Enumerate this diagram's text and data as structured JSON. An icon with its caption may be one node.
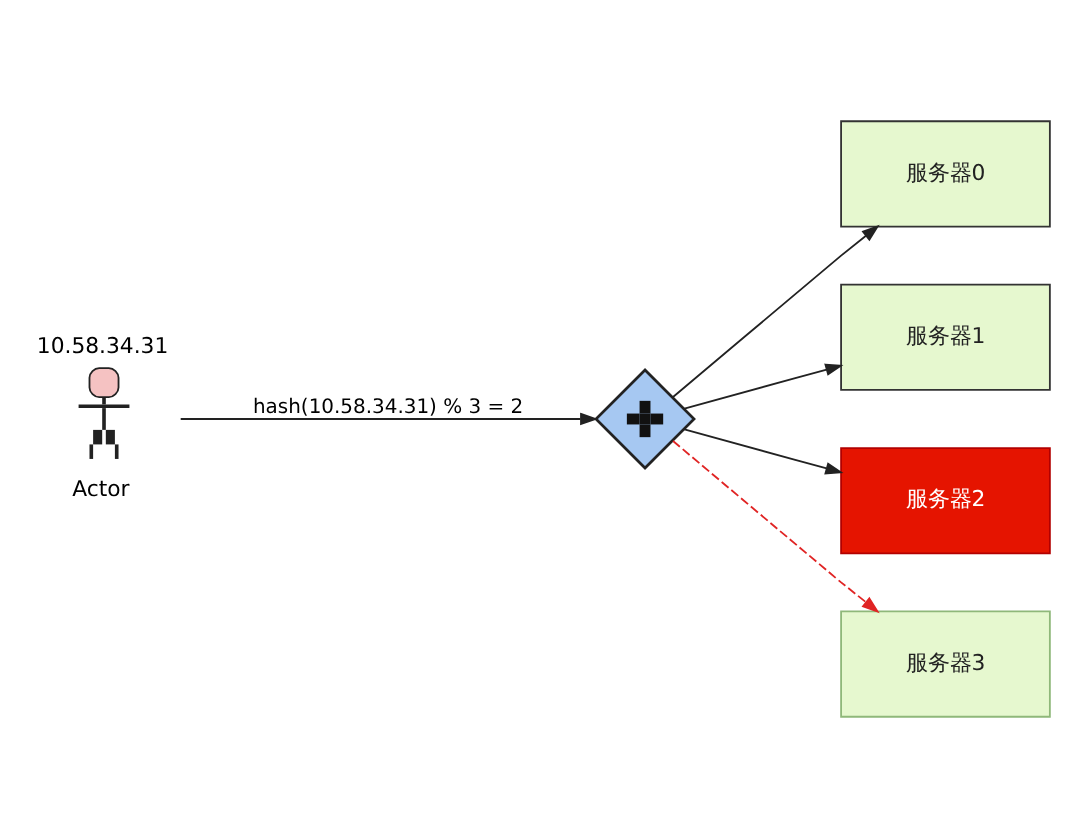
{
  "diagram": {
    "nodes": [
      {
        "text": [
          "Actor"
        ],
        "beside": [
          "10.58.34.31"
        ]
      },
      {
        "text": [],
        "shape": "diamond"
      },
      {
        "text": [
          "服务器0"
        ]
      },
      {
        "text": [
          "服务器1"
        ]
      },
      {
        "text": [
          "服务器2"
        ]
      },
      {
        "text": [
          "服务器3"
        ]
      }
    ],
    "edges": [
      {
        "from": 0,
        "to": 1,
        "arrow": "to",
        "label": "hash(10.58.34.31) % 3 = 2"
      },
      {
        "from": 1,
        "to": 2,
        "arrow": "to"
      },
      {
        "from": 1,
        "to": 3,
        "arrow": "to"
      },
      {
        "from": 1,
        "to": 4,
        "arrow": "to"
      },
      {
        "from": 1,
        "to": 5,
        "arrow": "to",
        "style": "dashed",
        "color": "#e02424"
      }
    ]
  }
}
